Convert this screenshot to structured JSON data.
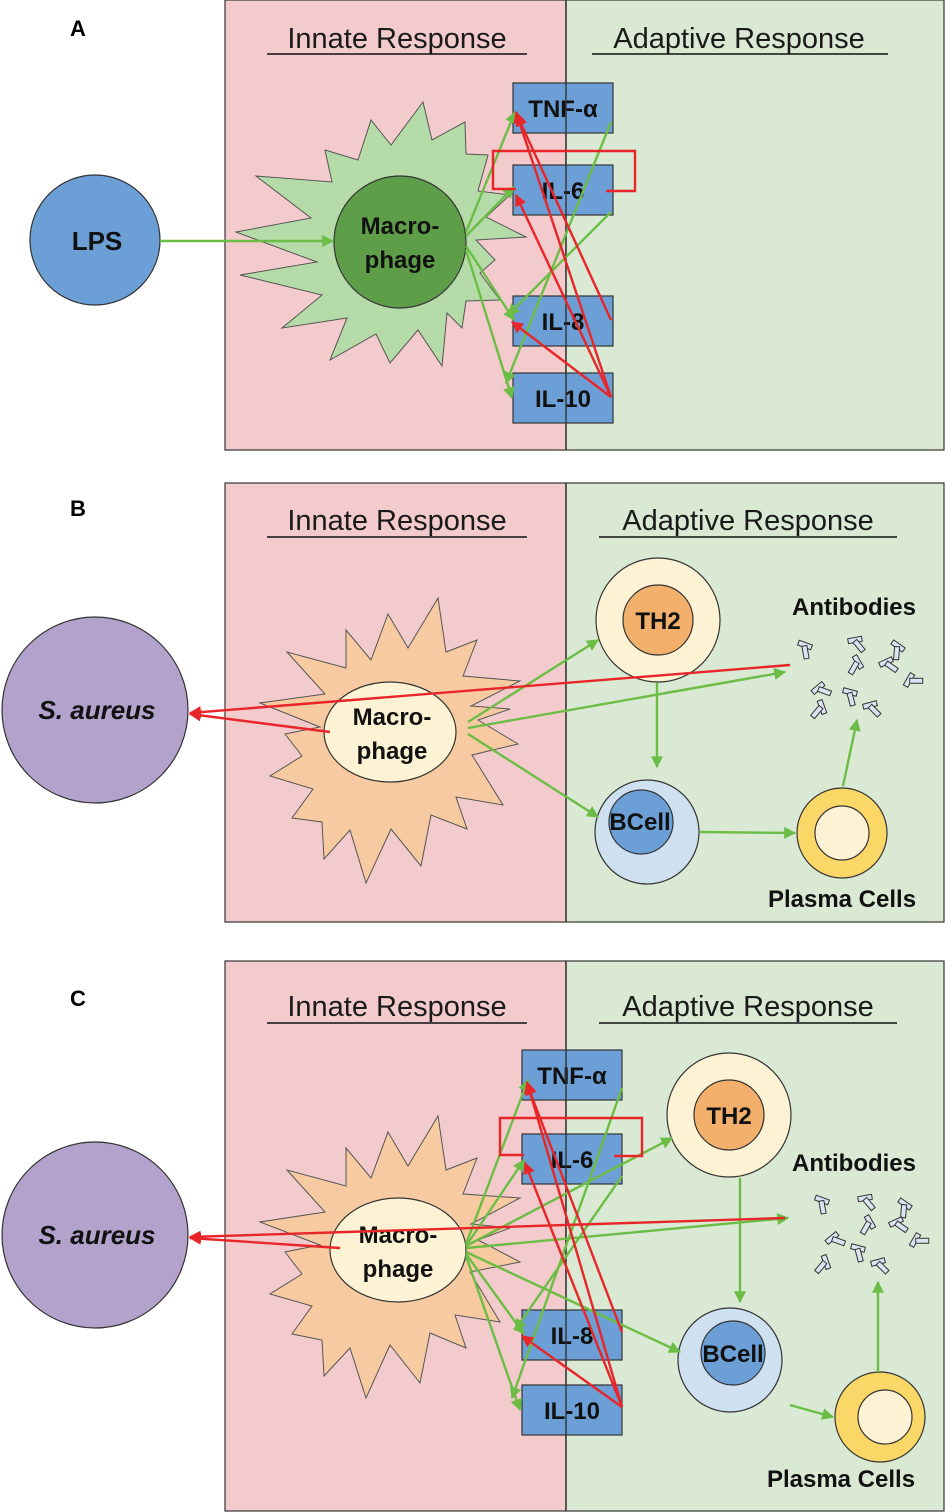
{
  "colors": {
    "innate_bg": "#f4cbcc",
    "adaptive_bg": "#d9e9d3",
    "stimulation_arrow": "#6cbd45",
    "inhibition_arrow": "#e8262a",
    "cytokine_box": "#6b9fd6",
    "lps": "#6b9fd6",
    "s_aureus": "#b3a2cc",
    "macrophage_a": "#5f9e49",
    "macrophage_b": "#fdf3d4",
    "th2": "#f2b06c",
    "bcell": "#6b9fd6",
    "plasma": "#fbd768"
  },
  "panels": [
    {
      "label": "A",
      "innate_title": "Innate Response",
      "adaptive_title": "Adaptive Response",
      "pathogen": "LPS",
      "macrophage_line1": "Macro-",
      "macrophage_line2": "phage",
      "cytokines": [
        "TNF-α",
        "IL-6",
        "IL-8",
        "IL-10"
      ]
    },
    {
      "label": "B",
      "innate_title": "Innate Response",
      "adaptive_title": "Adaptive Response",
      "pathogen": "S. aureus",
      "macrophage_line1": "Macro-",
      "macrophage_line2": "phage",
      "th2": "TH2",
      "bcell": "BCell",
      "antibodies": "Antibodies",
      "plasma_cells": "Plasma Cells"
    },
    {
      "label": "C",
      "innate_title": "Innate Response",
      "adaptive_title": "Adaptive Response",
      "pathogen": "S. aureus",
      "macrophage_line1": "Macro-",
      "macrophage_line2": "phage",
      "cytokines": [
        "TNF-α",
        "IL-6",
        "IL-8",
        "IL-10"
      ],
      "th2": "TH2",
      "bcell": "BCell",
      "antibodies": "Antibodies",
      "plasma_cells": "Plasma Cells"
    }
  ]
}
